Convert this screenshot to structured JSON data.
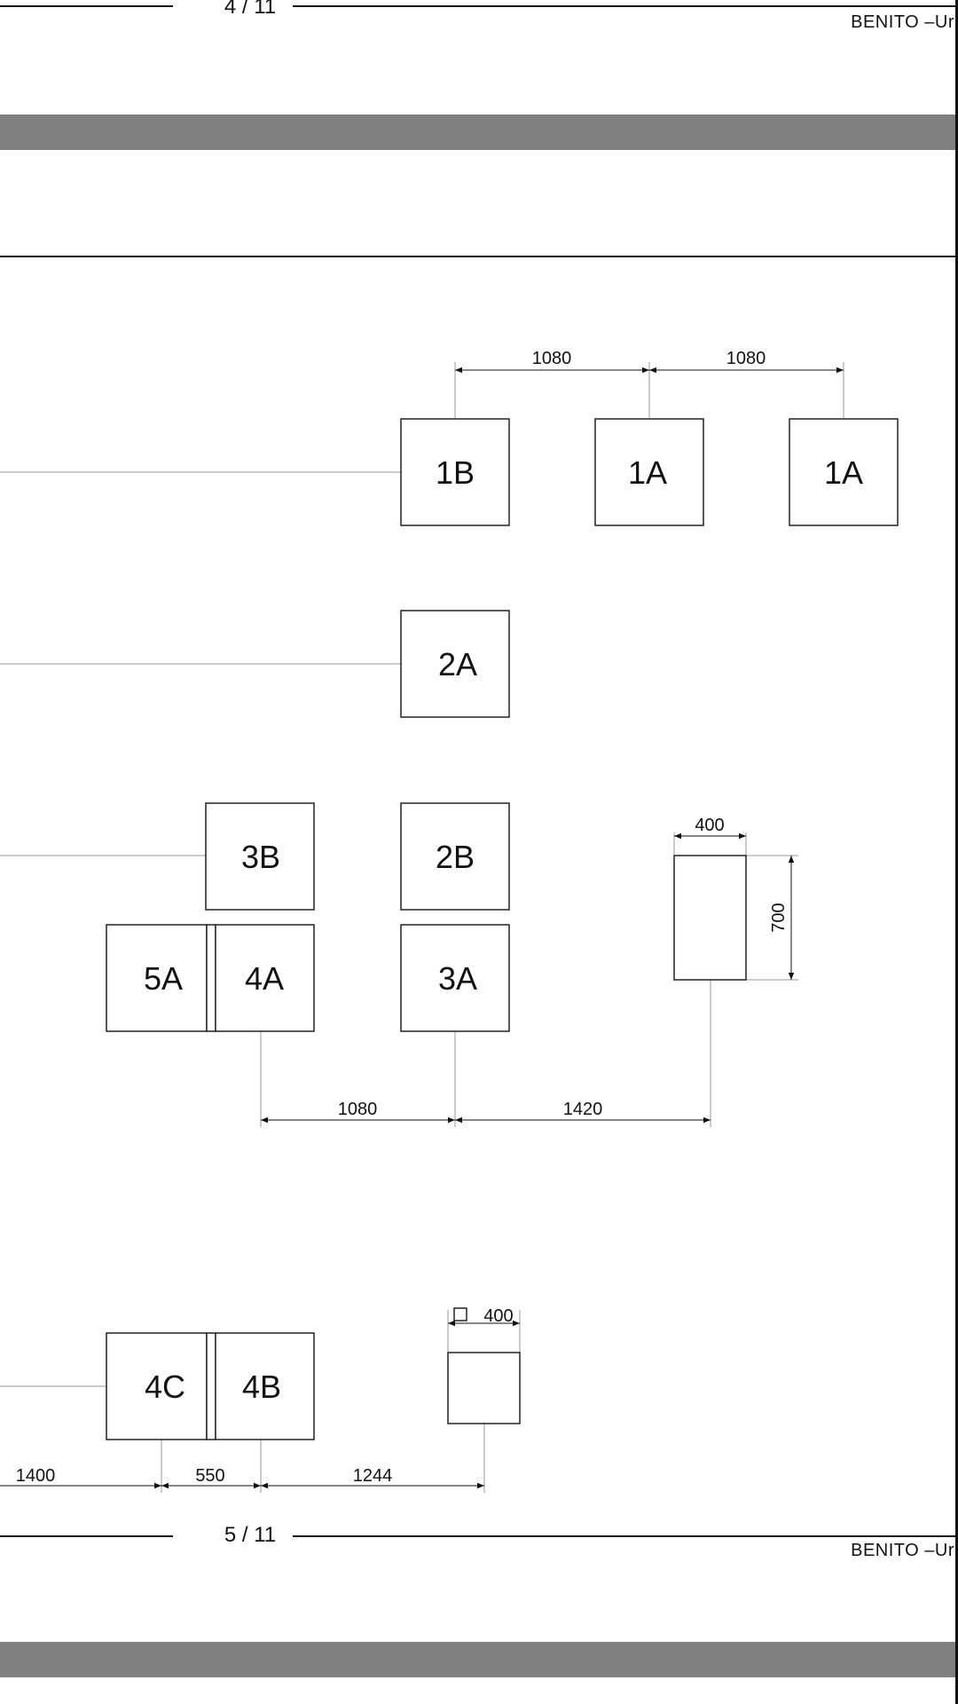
{
  "header_top": {
    "page_number": "4 / 11",
    "brand": "BENITO –Ur"
  },
  "header_bottom": {
    "page_number": "5 / 11",
    "brand": "BENITO –Ur"
  },
  "boxes": {
    "b1B": "1B",
    "b1A_a": "1A",
    "b1A_b": "1A",
    "b2A": "2A",
    "b3B": "3B",
    "b2B": "2B",
    "b5A": "5A",
    "b4A": "4A",
    "b3A": "3A",
    "b4C": "4C",
    "b4B": "4B"
  },
  "dimensions": {
    "top_left": "1080",
    "top_right": "1080",
    "rect_width": "400",
    "rect_height": "700",
    "mid_left": "1080",
    "mid_right": "1420",
    "square_size": "400",
    "bottom_a": "1400",
    "bottom_b": "550",
    "bottom_c": "1244"
  }
}
